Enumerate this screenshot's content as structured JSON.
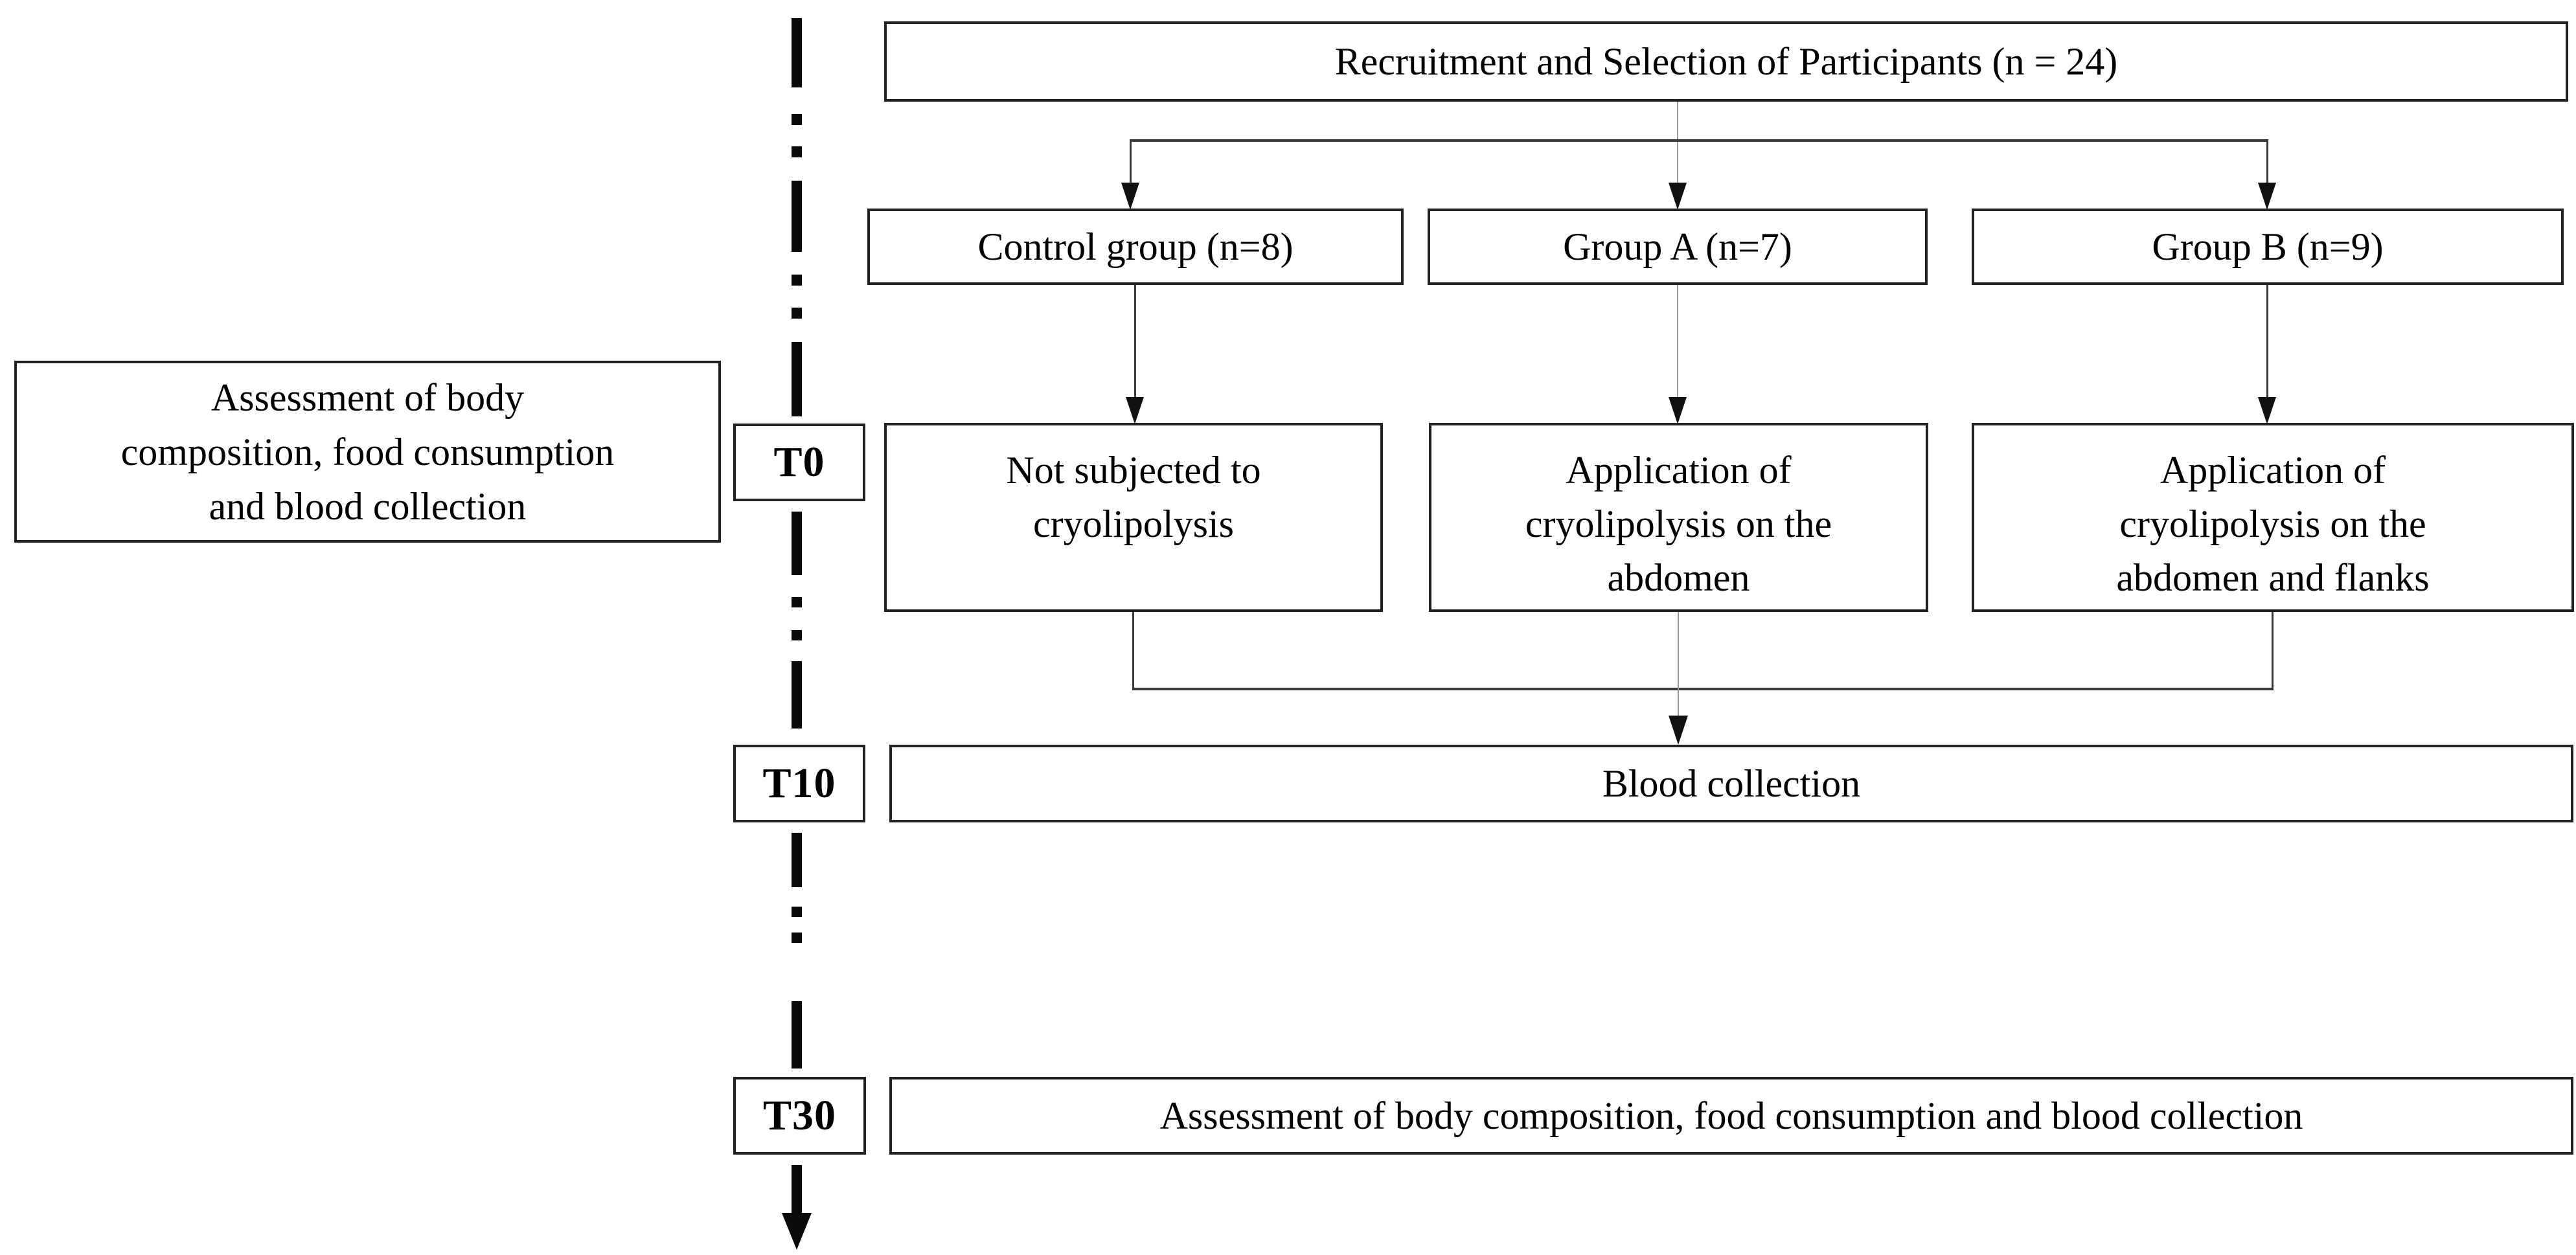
{
  "figure": {
    "recruitment_box": "Recruitment and Selection of Participants (n = 24)",
    "groups": [
      {
        "label": "Control group (n=8)"
      },
      {
        "label": "Group A (n=7)"
      },
      {
        "label": "Group B (n=9)"
      }
    ],
    "side_note": "Assessment of body\ncomposition, food consumption\nand blood collection",
    "timeline": {
      "t0": {
        "label": "T0",
        "interventions": [
          "Not subjected to\ncryolipolysis",
          "Application of\ncryolipolysis on the\nabdomen",
          "Application of\ncryolipolysis on the\nabdomen and flanks"
        ]
      },
      "t10": {
        "label": "T10",
        "event": "Blood collection"
      },
      "t30": {
        "label": "T30",
        "event": "Assessment of body composition, food consumption and blood collection"
      }
    },
    "colors": {
      "border": "#222222",
      "text": "#000000",
      "line_dark": "#3a3a3a",
      "line_light": "#9a9a9a",
      "timeline": "#0a0a0a",
      "background": "#ffffff"
    }
  }
}
